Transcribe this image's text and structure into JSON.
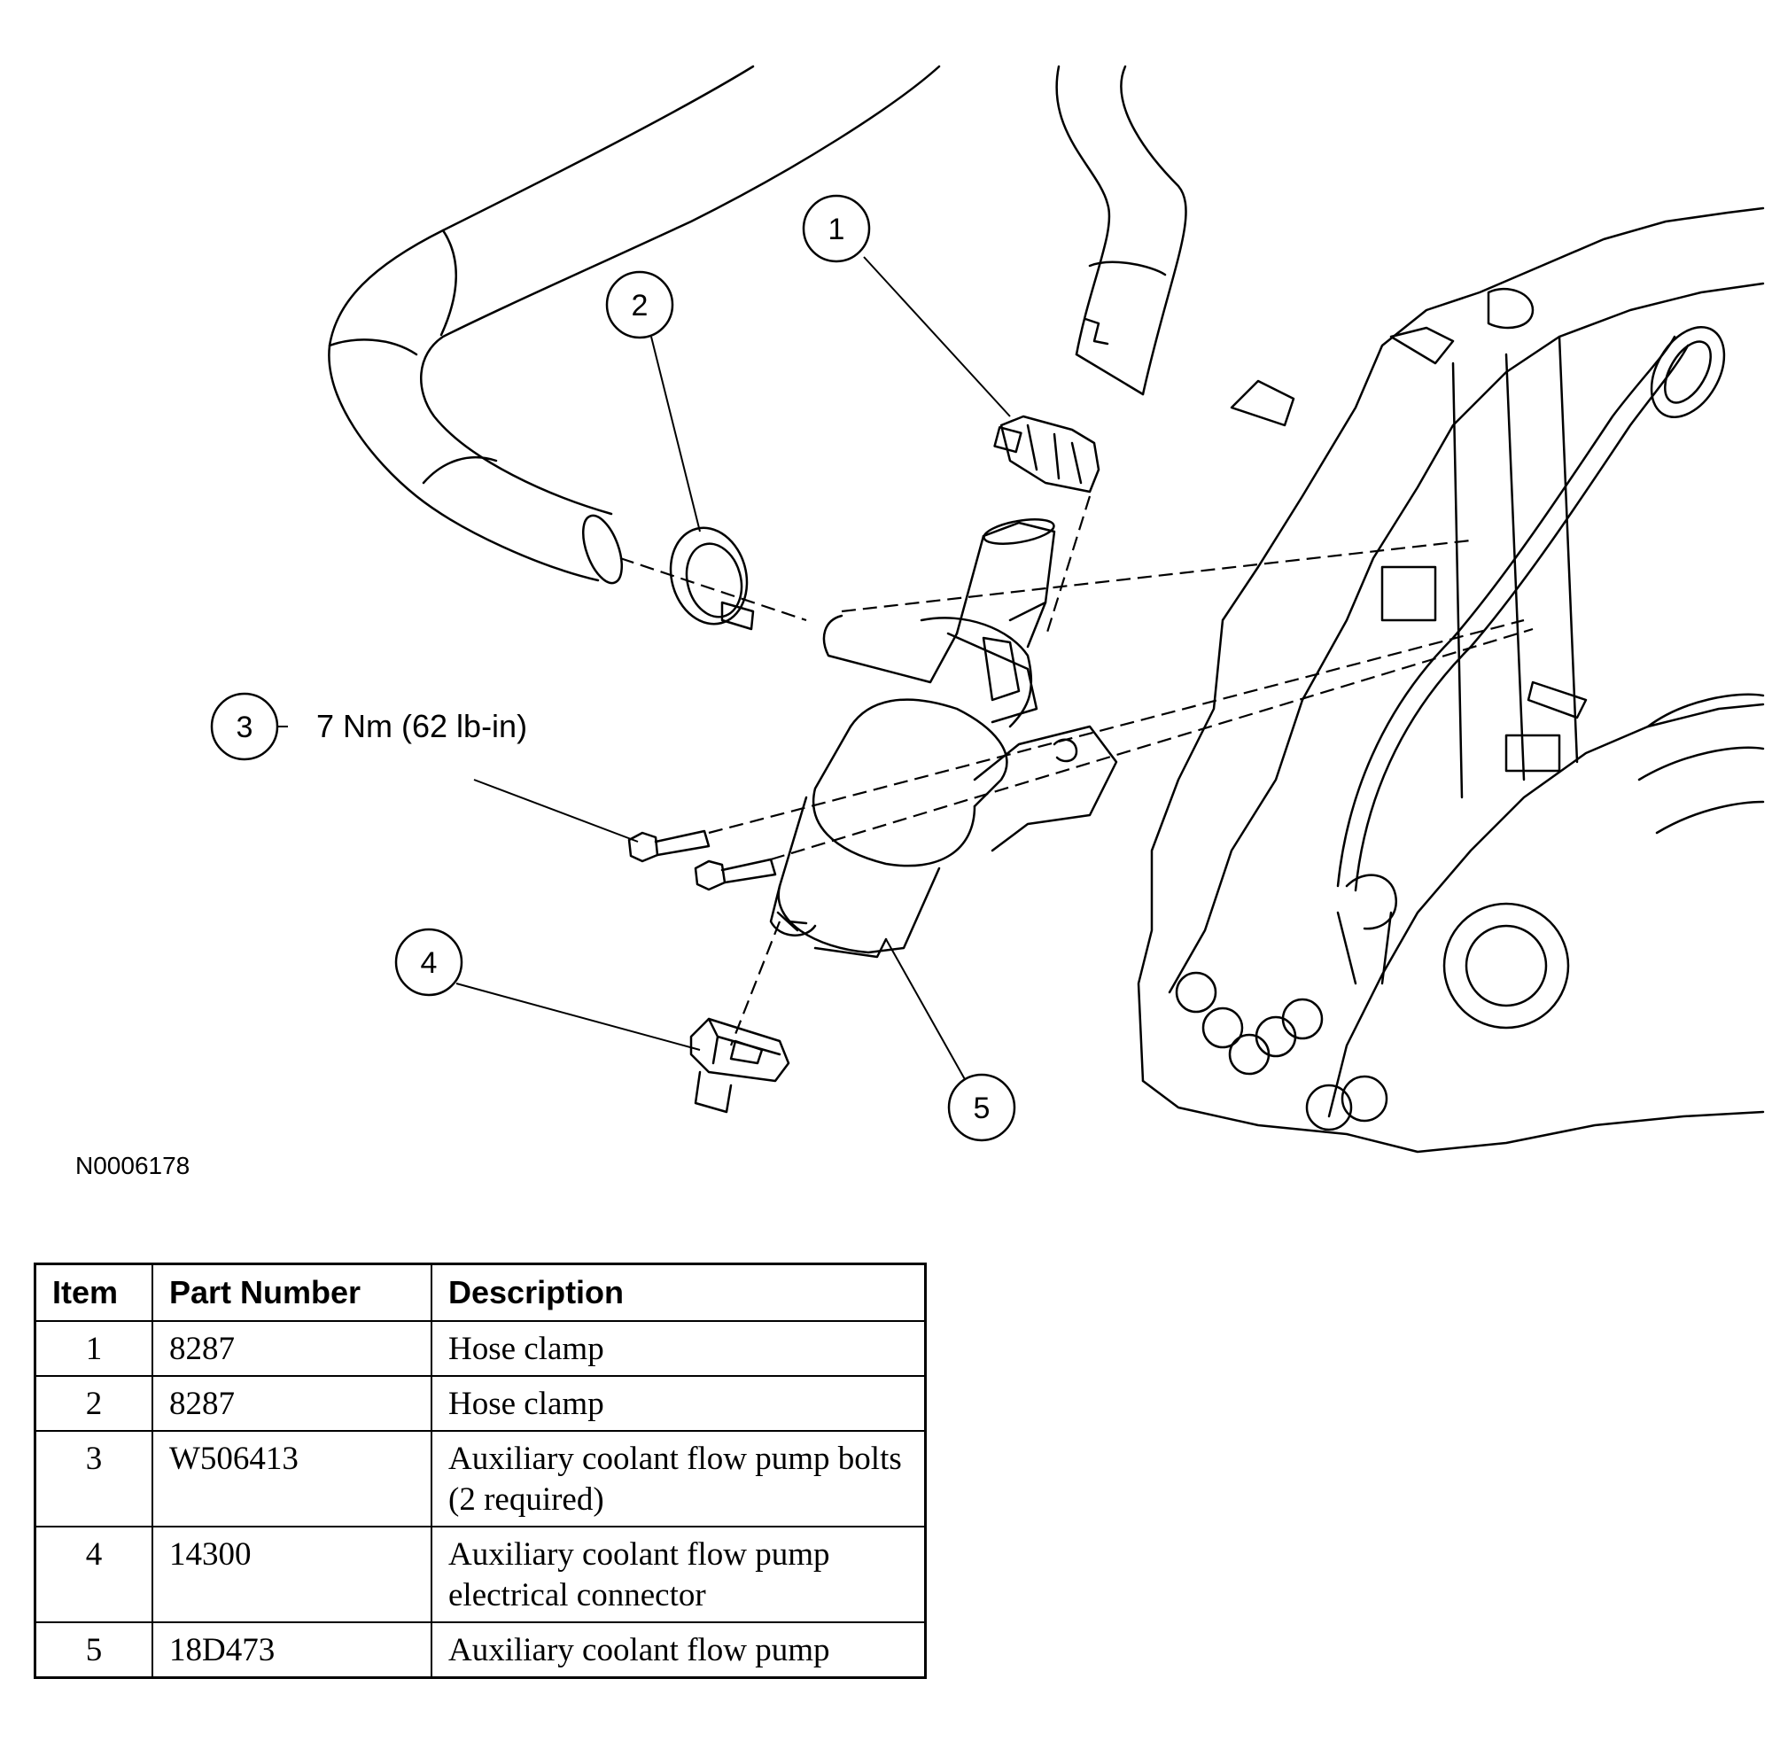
{
  "figure": {
    "id": "N0006178",
    "callouts": [
      "1",
      "2",
      "3",
      "4",
      "5"
    ],
    "torque_spec": "7 Nm (62 lb-in)"
  },
  "table": {
    "headers": [
      "Item",
      "Part Number",
      "Description"
    ],
    "rows": [
      {
        "item": "1",
        "part": "8287",
        "desc": "Hose clamp"
      },
      {
        "item": "2",
        "part": "8287",
        "desc": "Hose clamp"
      },
      {
        "item": "3",
        "part": "W506413",
        "desc": "Auxiliary coolant flow pump bolts (2 required)"
      },
      {
        "item": "4",
        "part": "14300",
        "desc": "Auxiliary coolant flow pump electrical connector"
      },
      {
        "item": "5",
        "part": "18D473",
        "desc": "Auxiliary coolant flow pump"
      }
    ]
  }
}
